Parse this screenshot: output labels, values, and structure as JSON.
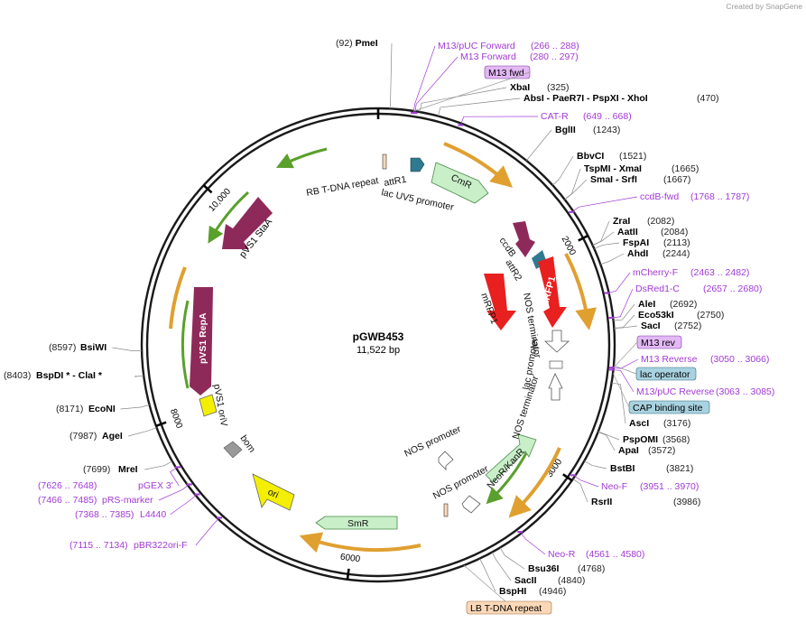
{
  "credit": "Created by SnapGene",
  "plasmid": {
    "name": "pGWB453",
    "length_label": "11,522 bp",
    "length": 11522
  },
  "ticks": [
    {
      "pos": 0,
      "label": ""
    },
    {
      "pos": 2000,
      "label": "2000"
    },
    {
      "pos": 4000,
      "label": "3000"
    },
    {
      "pos": 6000,
      "label": "6000"
    },
    {
      "pos": 8000,
      "label": "8000"
    },
    {
      "pos": 10000,
      "label": "10,000"
    }
  ],
  "sites_right": [
    {
      "name": "PmeI",
      "pos": "(92)",
      "bp": 92
    },
    {
      "name": "XbaI",
      "pos": "(325)",
      "bp": 325
    },
    {
      "name": "AbsI  - PaeR7I  - PspXI  - XhoI",
      "pos": "(470)",
      "bp": 470
    },
    {
      "name": "BglII",
      "pos": "(1243)",
      "bp": 1243
    },
    {
      "name": "BbvCI",
      "pos": "(1521)",
      "bp": 1521
    },
    {
      "name": "TspMI  - XmaI",
      "pos": "(1665)",
      "bp": 1665
    },
    {
      "name": "SmaI  - SrfI",
      "pos": "(1667)",
      "bp": 1667
    },
    {
      "name": "ZraI",
      "pos": "(2082)",
      "bp": 2082
    },
    {
      "name": "AatII",
      "pos": "(2084)",
      "bp": 2084
    },
    {
      "name": "FspAI",
      "pos": "(2113)",
      "bp": 2113
    },
    {
      "name": "AhdI",
      "pos": "(2244)",
      "bp": 2244
    },
    {
      "name": "AleI",
      "pos": "(2692)",
      "bp": 2692
    },
    {
      "name": "Eco53kI",
      "pos": "(2750)",
      "bp": 2750
    },
    {
      "name": "SacI",
      "pos": "(2752)",
      "bp": 2752
    },
    {
      "name": "AscI",
      "pos": "(3176)",
      "bp": 3176
    },
    {
      "name": "PspOMI",
      "pos": "(3568)",
      "bp": 3568
    },
    {
      "name": "ApaI",
      "pos": "(3572)",
      "bp": 3572
    },
    {
      "name": "BstBI",
      "pos": "(3821)",
      "bp": 3821
    },
    {
      "name": "RsrII",
      "pos": "(3986)",
      "bp": 3986
    },
    {
      "name": "Bsu36I",
      "pos": "(4768)",
      "bp": 4768
    },
    {
      "name": "SacII",
      "pos": "(4840)",
      "bp": 4840
    },
    {
      "name": "BspHI",
      "pos": "(4946)",
      "bp": 4946
    }
  ],
  "sites_left": [
    {
      "name": "BsiWI",
      "pos": "(8597)",
      "bp": 8597
    },
    {
      "name": "BspDI *  - ClaI *",
      "pos": "(8403)",
      "bp": 8403
    },
    {
      "name": "EcoNI",
      "pos": "(8171)",
      "bp": 8171
    },
    {
      "name": "AgeI",
      "pos": "(7987)",
      "bp": 7987
    },
    {
      "name": "MreI",
      "pos": "(7699)",
      "bp": 7699
    }
  ],
  "primers_right": [
    {
      "name": "M13/pUC Forward",
      "pos": "(266 .. 288)",
      "bp": 277
    },
    {
      "name": "M13 Forward",
      "pos": "(280 .. 297)",
      "bp": 288
    },
    {
      "name": "CAT-R",
      "pos": "(649 .. 668)",
      "bp": 658
    },
    {
      "name": "ccdB-fwd",
      "pos": "(1768 .. 1787)",
      "bp": 1777
    },
    {
      "name": "mCherry-F",
      "pos": "(2463 .. 2482)",
      "bp": 2472
    },
    {
      "name": "DsRed1-C",
      "pos": "(2657 .. 2680)",
      "bp": 2668
    },
    {
      "name": "M13 Reverse",
      "pos": "(3050 .. 3066)",
      "bp": 3058
    },
    {
      "name": "M13/pUC Reverse",
      "pos": "(3063 .. 3085)",
      "bp": 3074
    },
    {
      "name": "Neo-F",
      "pos": "(3951 .. 3970)",
      "bp": 3960
    },
    {
      "name": "Neo-R",
      "pos": "(4561 .. 4580)",
      "bp": 4570
    }
  ],
  "primers_left": [
    {
      "name": "pGEX 3'",
      "pos": "(7626 .. 7648)",
      "bp": 7637
    },
    {
      "name": "pRS-marker",
      "pos": "(7466 .. 7485)",
      "bp": 7475
    },
    {
      "name": "L4440",
      "pos": "(7368 .. 7385)",
      "bp": 7376
    },
    {
      "name": "pBR322ori-F",
      "pos": "(7115 .. 7134)",
      "bp": 7124
    }
  ],
  "boxed": [
    {
      "name": "M13 fwd",
      "style": "primer"
    },
    {
      "name": "M13 rev",
      "style": "primer"
    },
    {
      "name": "lac operator",
      "style": "protein"
    },
    {
      "name": "CAP binding site",
      "style": "protein"
    },
    {
      "name": "LB T-DNA repeat",
      "style": "repeat"
    }
  ],
  "features": [
    {
      "name": "RB T-DNA repeat"
    },
    {
      "name": "attR1"
    },
    {
      "name": "lac UV5 promoter"
    },
    {
      "name": "CmR"
    },
    {
      "name": "ccdB"
    },
    {
      "name": "attR2"
    },
    {
      "name": "mRFP1"
    },
    {
      "name": "mRFP1"
    },
    {
      "name": "NOS terminator"
    },
    {
      "name": "lac promoter"
    },
    {
      "name": "NOS terminator"
    },
    {
      "name": "NOS promoter"
    },
    {
      "name": "NeoR/KanR"
    },
    {
      "name": "NOS promoter"
    },
    {
      "name": "SmR"
    },
    {
      "name": "ori"
    },
    {
      "name": "bom"
    },
    {
      "name": "pVS1 oriV"
    },
    {
      "name": "pVS1 RepA"
    },
    {
      "name": "pVS1 StaA"
    }
  ],
  "colors": {
    "backbone": "#1a1a1a",
    "orf": "#e0a030",
    "orf_inner": "#7ab648",
    "purple": "#8e2a5a",
    "red": "#e82020",
    "green_fill": "#c8efc8",
    "teal": "#2e7a90",
    "yellow": "#f4ef00",
    "gray": "#999999",
    "primer": "#a23ad6",
    "primer_fill": "#e3b8f5",
    "protein_fill": "#a9d2e0",
    "repeat_fill": "#fbd8b8"
  }
}
